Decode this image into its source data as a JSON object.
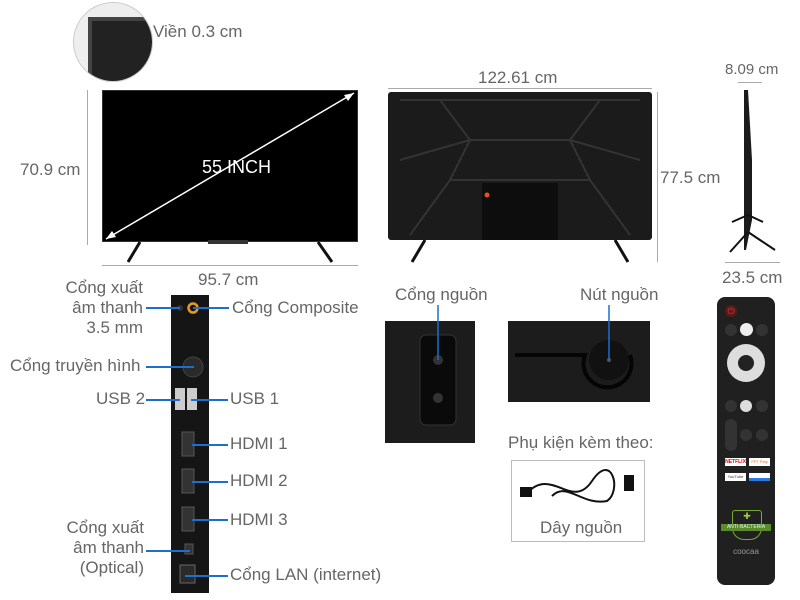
{
  "colors": {
    "leader_line": "#1a6fd1",
    "text": "#666666",
    "dimension_line": "#aaaaaa"
  },
  "front": {
    "bezel_label": "Viền 0.3 cm",
    "screen_size": "55 INCH",
    "height": "70.9 cm",
    "width": "95.7 cm"
  },
  "back": {
    "width": "122.61 cm",
    "height": "77.5 cm"
  },
  "side": {
    "depth": "8.09 cm",
    "stand_depth": "23.5 cm"
  },
  "ports": {
    "audio35": [
      "Cổng xuất",
      "âm thanh",
      "3.5 mm"
    ],
    "composite": "Cổng Composite",
    "antenna": "Cổng truyền hình",
    "usb2": "USB 2",
    "usb1": "USB 1",
    "hdmi1": "HDMI 1",
    "hdmi2": "HDMI 2",
    "hdmi3": "HDMI 3",
    "optical": [
      "Cổng xuất",
      "âm thanh",
      "(Optical)"
    ],
    "lan": "Cổng LAN (internet)"
  },
  "power_port": "Cổng nguồn",
  "power_button": "Nút nguồn",
  "accessories": {
    "title": "Phụ kiện kèm theo:",
    "item": "Dây nguồn"
  },
  "remote": {
    "logos": [
      "NETFLIX",
      "FPT Play",
      "YouTube",
      "coocaa"
    ],
    "badge": "ANTI-BACTERIA",
    "brand": "coocaa"
  }
}
